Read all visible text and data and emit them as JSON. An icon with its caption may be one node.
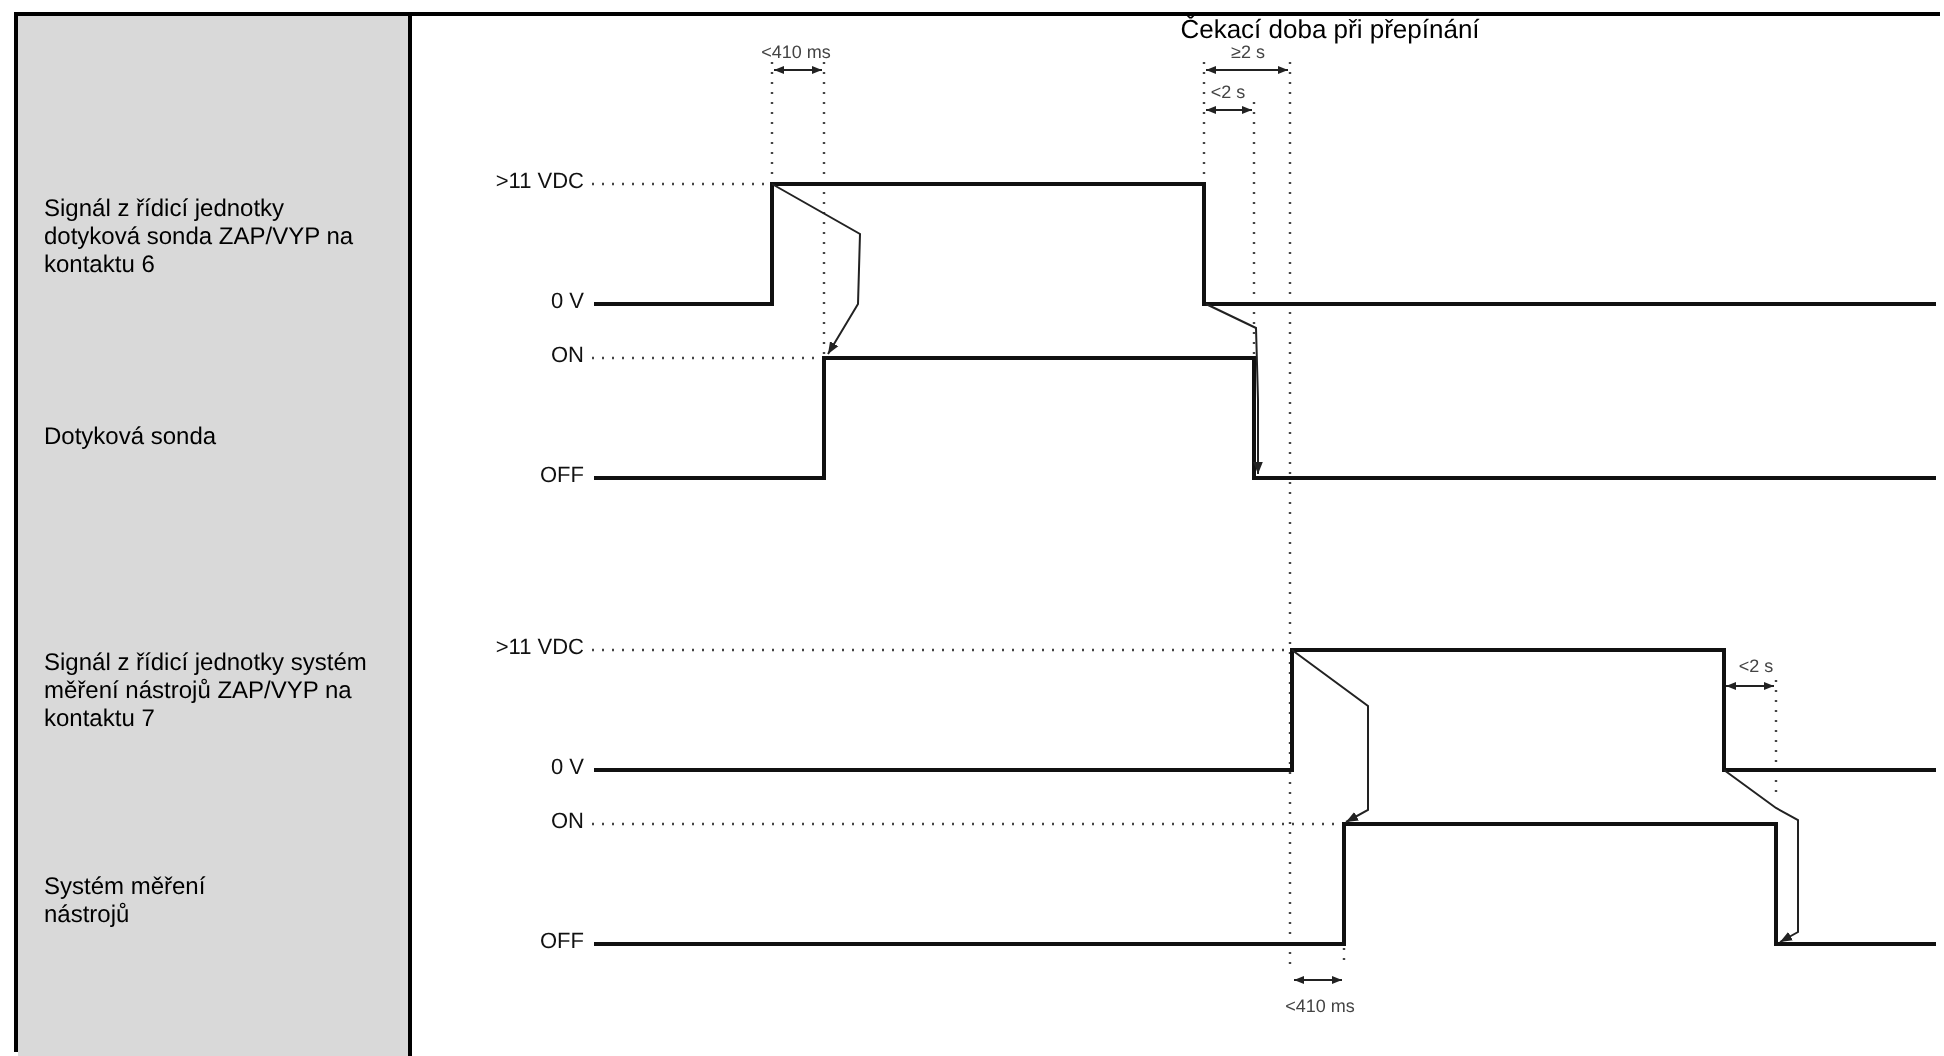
{
  "diagram": {
    "labels": [
      "Čekací doba při přepínání",
      "<410 ms",
      "≥2 s",
      "Signál z řídicí jednotky dotyková sonda ZAP/VYP na kontaktu 6",
      ">11 VDC",
      "<2 s",
      "0 V",
      "ON",
      "Dotyková sonda",
      "OFF",
      "Signál z řídicí jednotky systém měření nástrojů ZAP/VYP na kontaktu 7",
      ">11 VDC",
      "<2 s",
      "0 V",
      "ON",
      "Systém měření nástrojů",
      "OFF",
      "<410 ms"
    ]
  }
}
